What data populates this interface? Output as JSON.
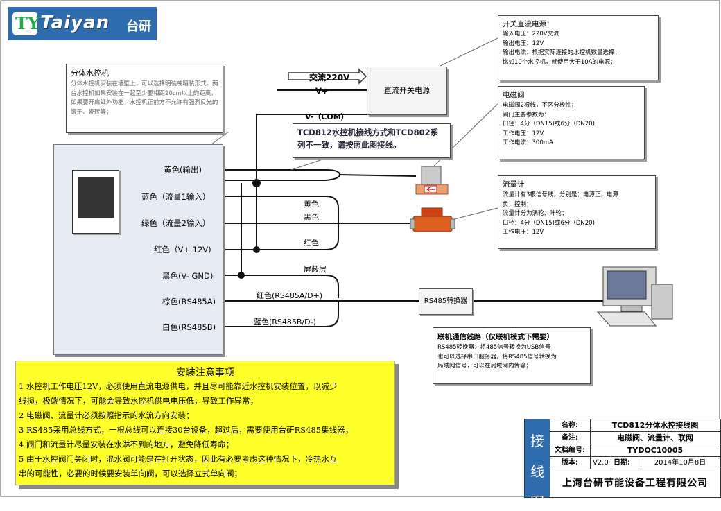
{
  "logo": {
    "brand": "Taiyan",
    "cn": "台研",
    "mark": "TY"
  },
  "note_top": {
    "title": "分体水控机",
    "body": "分体水控机安装在墙壁上，可以选择明装或暗装形式。两台水控机如果安装在一起至少要相距20cm以上的距离，如果要开启红外功能，水控机正前方不允许有强烈反光的镜子、瓷砖等；"
  },
  "psu_info": {
    "title": "开关直流电源：",
    "lines": [
      "输入电压：220V交流",
      "输出电压：12V",
      "输出电流：根据实际连接的水控机数量选择，",
      "比如10个水控机，就使用大于10A的电源；"
    ]
  },
  "psu_box": {
    "label": "直流开关电源"
  },
  "ac_label": "交流220V",
  "vplus_label": "V+",
  "vminus_label": "V-（COM）",
  "warn_note": "TCD812水控机接线方式和TCD802系列不一致，请按照此图接线。",
  "valve_info": {
    "title": "电磁阀",
    "lines": [
      "电磁阀2根线，不区分极性；",
      "阀门主要参数为：",
      "口径：4分（DN15)或6分（DN20)",
      "工作电压：12V",
      "工作电流：300mA"
    ]
  },
  "flow_info": {
    "title": "流量计",
    "lines": [
      "流量计有3根信号线，分别是：电源正，电源",
      "负，控制；",
      "流量计分为涡轮、叶轮；",
      "口径：4分（DN15)或6分（DN20)",
      "工作电压：12V"
    ]
  },
  "terminals": [
    "黄色(输出)",
    "蓝色（流量1输入）",
    "绿色（流量2输入）",
    "红色（V+ 12V)",
    "黑色(V- GND)",
    "棕色(RS485A)",
    "白色(RS485B)"
  ],
  "wire_labels": {
    "yellow": "黄色",
    "black": "黑色",
    "red": "红色",
    "shield": "屏蔽层",
    "rs485a": "红色(RS485A/D+)",
    "rs485b": "蓝色(RS485B/D-)"
  },
  "rs485_box": {
    "label": "RS485转换器"
  },
  "network_info": {
    "title": "联机通信线路（仅联机模式下需要）",
    "lines": [
      "RS485转换器：将485信号转换为USB信号",
      "也可以选择串口服务器，将RS485信号转换为",
      "局域网信号，可以在局域网内传输；"
    ]
  },
  "install_notes": {
    "title": "安装注意事项",
    "lines": [
      "1 水控机工作电压12V，必须使用直流电源供电，并且尽可能靠近水控机安装位置，以减少",
      "线损，极端情况下，可能会导致水控机供电电压低，导致工作异常；",
      "2 电磁阀、流量计必须按照指示的水流方向安装；",
      "3 RS485采用总线方式，一根总线可以连接30台设备，超过后，需要使用台研RS485集线器；",
      "4 阀门和流量计尽量安装在水淋不到的地方，避免降低寿命；",
      "5 由于水控阀门关闭时，混水阀可能是在打开状态，因此有必要考虑这种情况下，冷热水互",
      "串的可能性，必要的时候要安装单向阀，可以选择立式单向阀；"
    ]
  },
  "title_block": {
    "side": [
      "接",
      "线",
      "图"
    ],
    "name_key": "名称:",
    "name_val": "TCD812分体水控接线图",
    "remark_key": "备注:",
    "remark_val": "电磁阀、流量计、联网",
    "doc_key": "文档编号:",
    "doc_val": "TYDOC10005",
    "ver_key": "版本:",
    "ver_val": "V2.0",
    "date_key": "日期:",
    "date_val": "2014年10月8日",
    "company": "上海台研节能设备工程有限公司"
  }
}
